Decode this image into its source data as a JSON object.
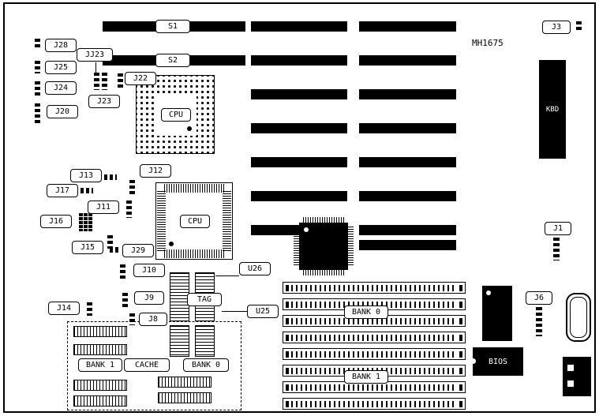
{
  "board": {
    "code": "MH1675",
    "slots": {
      "s1": "S1",
      "s2": "S2"
    }
  },
  "chips": {
    "cpu_socket": "CPU",
    "cpu_qfp": "CPU",
    "kbd": "KBD",
    "bios": "BIOS",
    "tag": "TAG",
    "u26": "U26",
    "u25": "U25"
  },
  "memory": {
    "simm_bank0": "BANK 0",
    "simm_bank1": "BANK 1",
    "cache_bank0": "BANK 0",
    "cache_bank1": "BANK 1",
    "cache": "CACHE"
  },
  "jumpers": {
    "j28": "J28",
    "jj23": "JJ23",
    "j25": "J25",
    "j24": "J24",
    "j23": "J23",
    "j22": "J22",
    "j20": "J20",
    "j13": "J13",
    "j12": "J12",
    "j17": "J17",
    "j11": "J11",
    "j16": "J16",
    "j15": "J15",
    "j29": "J29",
    "j10": "J10",
    "j9": "J9",
    "j14": "J14",
    "j8": "J8",
    "j3": "J3",
    "j1": "J1",
    "j6": "J6"
  }
}
